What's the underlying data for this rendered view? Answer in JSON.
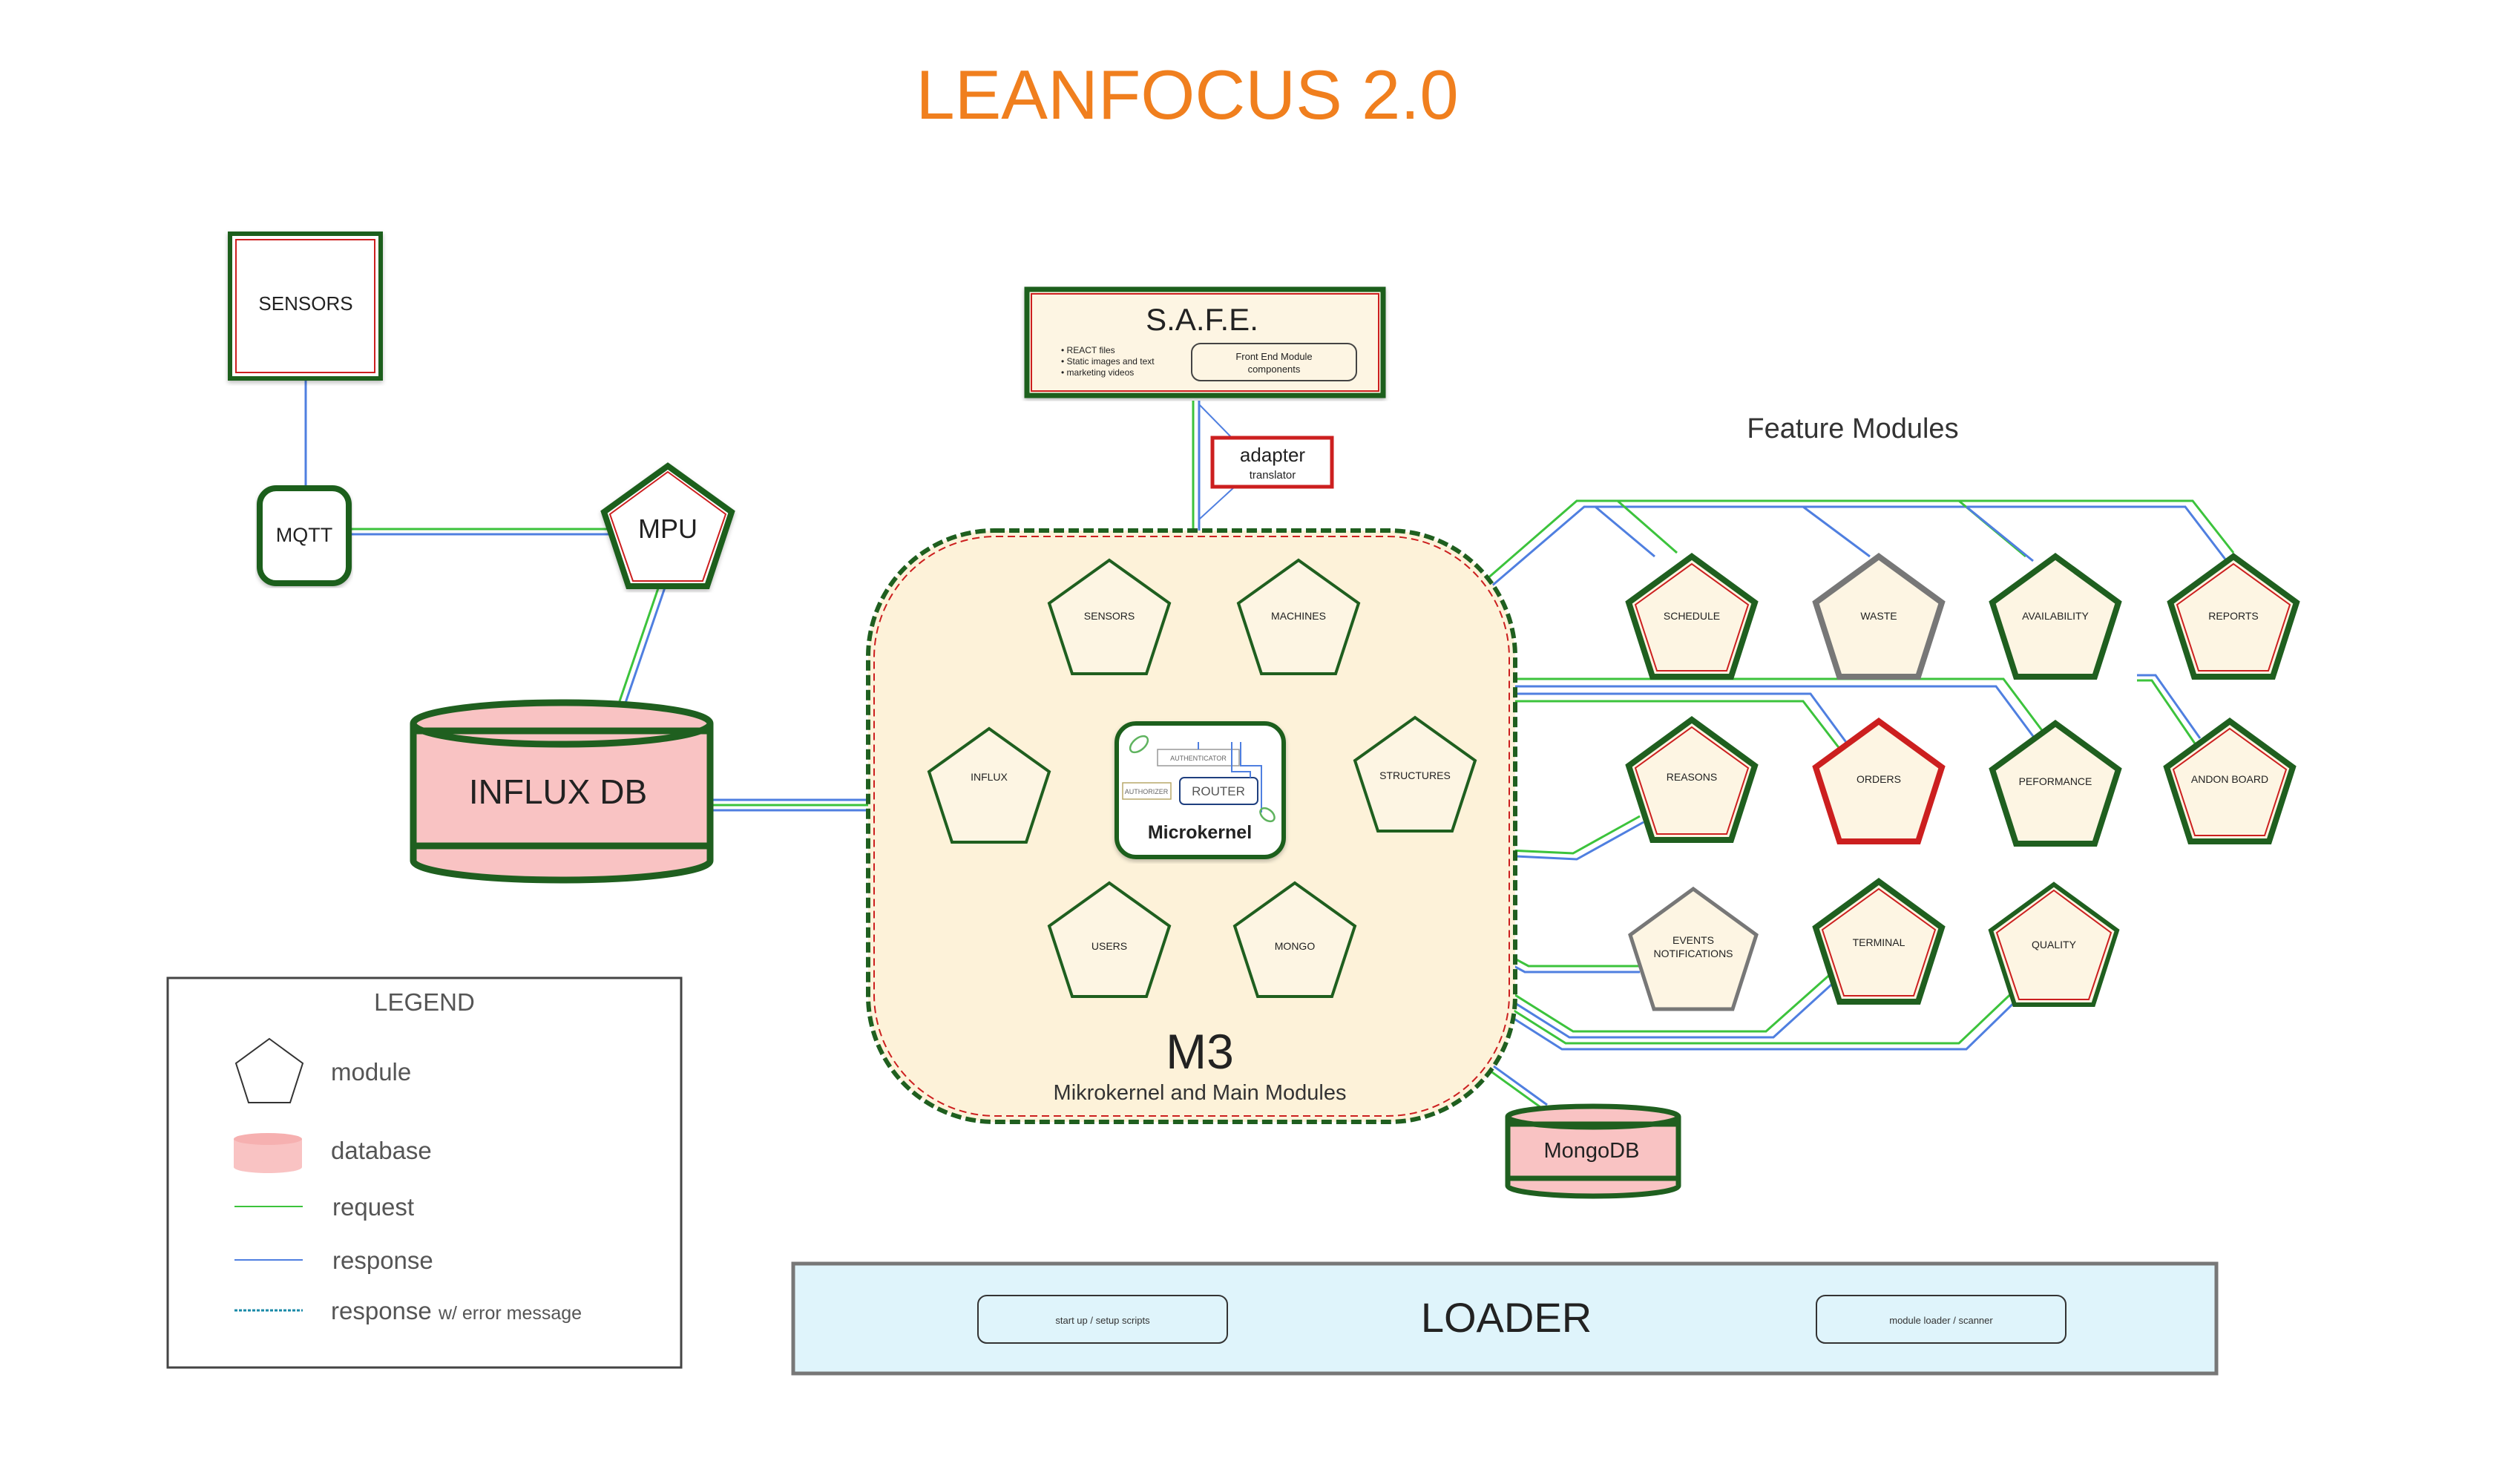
{
  "title": "LEANFOCUS 2.0",
  "colors": {
    "title": "#f07f1e",
    "dark_green": "#1f5f1f",
    "red": "#cc1f1f",
    "gray": "#777777",
    "request": "#3cc33c",
    "response": "#4f7fe0",
    "cream": "#fdf5e3",
    "m3_fill": "#fdf2d9",
    "db_fill": "#f9c3c3",
    "loader_fill": "#dff4fb"
  },
  "sensors_box": {
    "label": "SENSORS"
  },
  "mqtt": {
    "label": "MQTT"
  },
  "mpu": {
    "label": "MPU"
  },
  "influx_db": {
    "label": "INFLUX DB"
  },
  "mongo_db": {
    "label": "MongoDB"
  },
  "safe": {
    "title": "S.A.F.E.",
    "bullets": [
      "REACT files",
      "Static images and text",
      "marketing videos"
    ],
    "fe_box": [
      "Front End Module",
      "components"
    ]
  },
  "adapter": {
    "label": "adapter",
    "sub": "translator"
  },
  "m3": {
    "title": "M3",
    "subtitle": "Mikrokernel and Main Modules",
    "modules": {
      "sensors": "SENSORS",
      "machines": "MACHINES",
      "influx": "INFLUX",
      "structures": "STRUCTURES",
      "users": "USERS",
      "mongo": "MONGO"
    },
    "microkernel": {
      "label": "Microkernel",
      "authenticator": "AUTHENTICATOR",
      "authorizer": "AUTHORIZER",
      "router": "ROUTER"
    }
  },
  "feature_modules": {
    "heading": "Feature Modules",
    "row1": [
      "SCHEDULE",
      "WASTE",
      "AVAILABILITY",
      "REPORTS"
    ],
    "row2": [
      "REASONS",
      "ORDERS",
      "PEFORMANCE",
      "ANDON BOARD"
    ],
    "row3": [
      "EVENTS",
      "NOTIFICATIONS",
      "TERMINAL",
      "QUALITY"
    ]
  },
  "legend": {
    "title": "LEGEND",
    "module": "module",
    "database": "database",
    "request": "request",
    "response": "response",
    "response_err": "response",
    "response_err_suffix": "w/ error message"
  },
  "loader": {
    "title": "LOADER",
    "left_box": "start up / setup scripts",
    "right_box": "module loader / scanner"
  }
}
